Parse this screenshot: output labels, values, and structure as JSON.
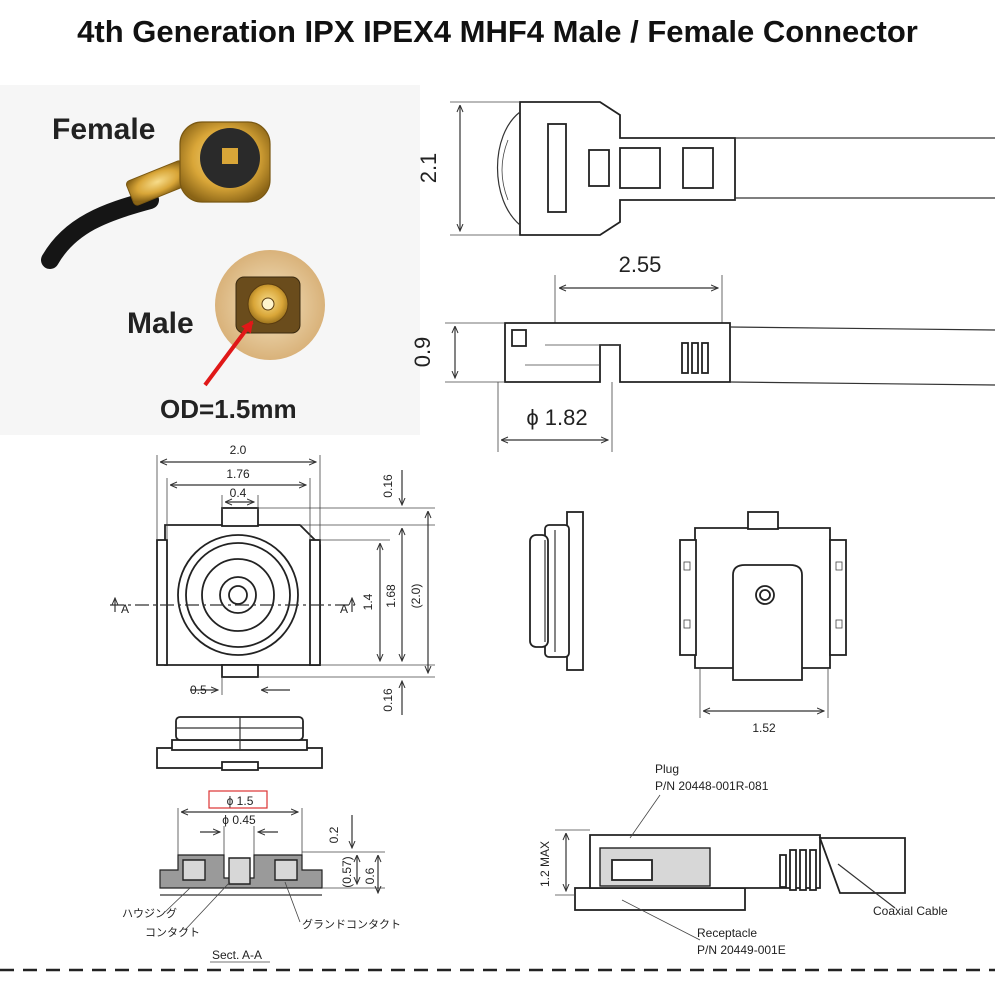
{
  "title": "4th Generation IPX IPEX4 MHF4 Male / Female Connector",
  "photo": {
    "female_label": "Female",
    "male_label": "Male",
    "od_label": "OD=1.5mm"
  },
  "plug_drawing": {
    "height_dim": "2.1",
    "length_dim": "2.55",
    "thickness_dim": "0.9",
    "diameter_dim": "ϕ 1.82"
  },
  "receptacle_drawing": {
    "dim_2_0": "2.0",
    "dim_1_76": "1.76",
    "dim_0_4": "0.4",
    "dim_0_16_top": "0.16",
    "dim_1_4": "1.4",
    "dim_1_68": "1.68",
    "dim_2_0_ref": "(2.0)",
    "dim_0_16_bottom": "0.16",
    "dim_0_5": "0.5",
    "section_mark_left": "A",
    "section_mark_right": "A",
    "bottom_view_dim": "1.52"
  },
  "section_drawing": {
    "dim_phi_1_5": "ϕ 1.5",
    "dim_phi_0_45": "ϕ 0.45",
    "dim_0_2": "0.2",
    "dim_0_57": "(0.57)",
    "dim_0_6": "0.6",
    "label_housing": "ハウジング",
    "label_contact": "コンタクト",
    "label_ground_contact": "グランドコンタクト",
    "section_caption": "Sect. A-A"
  },
  "assembly_drawing": {
    "plug_label": "Plug",
    "plug_pn": "P/N 20448-001R-081",
    "max_dim": "1.2 MAX",
    "coax_label": "Coaxial Cable",
    "receptacle_label": "Receptacle",
    "receptacle_pn": "P/N 20449-001E"
  },
  "colors": {
    "gold": "#d9a638",
    "cable": "#1a1a1a",
    "arrow": "#e01818"
  }
}
